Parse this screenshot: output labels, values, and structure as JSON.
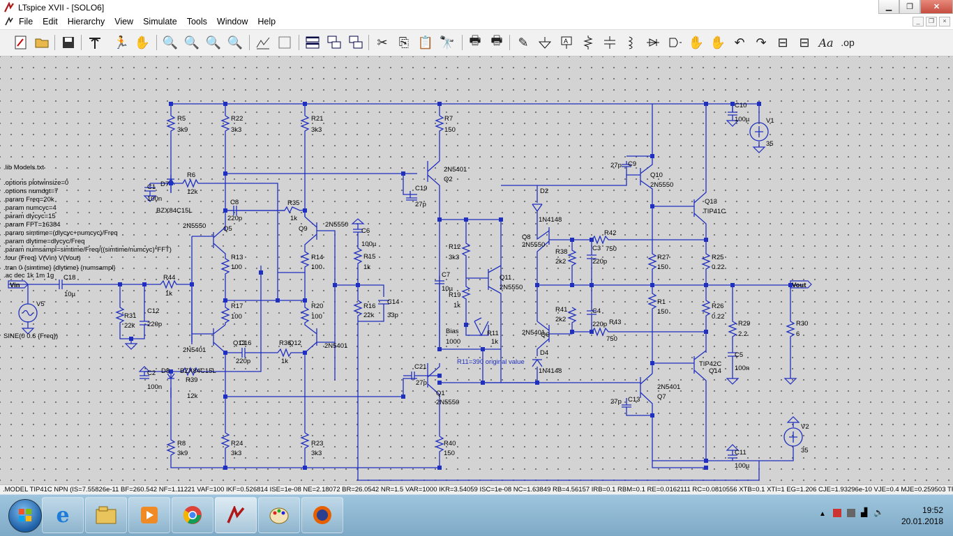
{
  "window": {
    "title": "LTspice XVII - [SOLO6]"
  },
  "menu": [
    "File",
    "Edit",
    "Hierarchy",
    "View",
    "Simulate",
    "Tools",
    "Window",
    "Help"
  ],
  "directives": [
    ".lib Models.txt",
    ".options plotwinsize=0",
    ".options numdgt=7",
    ".param Freq=20k",
    ".param numcyc=4",
    ".param dlycyc=15",
    ".param FFT=16384",
    ".param simtime=(dlycyc+numcyc)/Freq",
    ".param dlytime=dlycyc/Freq",
    ".param numsampl=simtime/Freq/((simtime/numcyc)*FFT)",
    ".four {Freq} V(Vin) V(Vout)",
    ".tran 0 {simtime} {dlytime} {numsampl}",
    ".ac dec 1k 1m 1g"
  ],
  "labels": {
    "vin": "Vin",
    "vout": "Vout",
    "v5": "V5",
    "v5_spec": "SINE(0 0.6 {Freq})",
    "v1": "V1",
    "v1_val": "35",
    "v2": "V2",
    "v2_val": "35",
    "note": "R11=390 original value",
    "r5": "R5",
    "r5v": "3k9",
    "r22": "R22",
    "r22v": "3k3",
    "r21": "R21",
    "r21v": "3k3",
    "r7": "R7",
    "r7v": "150",
    "r6": "R6",
    "r6v": "12k",
    "c1": "C1",
    "c1v": "100n",
    "d7": "D7",
    "d7v": "BZX84C15L",
    "c8": "C8",
    "c8v": "220p",
    "r35": "R35",
    "r35v": "1k",
    "q5": "Q5",
    "q5m": "2N5550",
    "q9": "Q9",
    "q9m": "2N5550",
    "r13": "R13",
    "r13v": "100",
    "r14": "R14",
    "r14v": "100",
    "c6": "C6",
    "c6v": "100µ",
    "r15": "R15",
    "r15v": "1k",
    "c18": "C18",
    "c18v": "10µ",
    "r44": "R44",
    "r44v": "1k",
    "r31": "R31",
    "r31v": "22k",
    "c12": "C12",
    "c12v": "220p",
    "r17": "R17",
    "r17v": "100",
    "r20": "R20",
    "r20v": "100",
    "r16": "R16",
    "r16v": "22k",
    "c14": "C14",
    "c14v": "33p",
    "q13n": "Q13",
    "q12n": "Q12",
    "q13m": "2N5401",
    "q12m": "2N5401",
    "c16": "C16",
    "c16v": "220p",
    "r36": "R36",
    "r36v": "1k",
    "c2": "C2",
    "c2v": "100n",
    "d8": "D8",
    "d8v": "BZX84C15L",
    "r39": "R39",
    "r39v": "12k",
    "r8": "R8",
    "r8v": "3k9",
    "r24": "R24",
    "r24v": "3k3",
    "r23": "R23",
    "r23v": "3k3",
    "q2": "Q2",
    "q2m": "2N5401",
    "c19": "C19",
    "c19v": "27p",
    "r12": "R12",
    "r12v": "3k3",
    "c7": "C7",
    "c7v": "10µ",
    "r19": "R19",
    "r19v": "1k",
    "q11": "Q11",
    "q11m": "2N5550",
    "bias": "Bias",
    "biasv": "1000",
    "r11": "R11",
    "r11v": "1k",
    "c21": "C21",
    "c21v": "27p",
    "q1": "Q1",
    "q1m": "2N5550",
    "r40": "R40",
    "r40v": "150",
    "d2": "D2",
    "d2v": "1N4148",
    "q8": "Q8",
    "q8m": "2N5550",
    "r38": "R38",
    "r38v": "2k2",
    "c3": "C3",
    "c3v": "220p",
    "r42": "R42",
    "r42v": "750",
    "r41": "R41",
    "r41v": "2k2",
    "c4": "C4",
    "c4v": "220p",
    "r43": "R43",
    "r43v": "750",
    "q6": "Q6",
    "q6m": "2N5401",
    "d4": "D4",
    "d4v": "1N4148",
    "c9": "C9",
    "c9v": "27p",
    "q10": "Q10",
    "q10m": "2N5550",
    "q13": "Q13",
    "q13t": "TIP41C",
    "r27": "R27",
    "r27v": "150",
    "r25": "R25",
    "r25v": "0.22",
    "r1": "R1",
    "r1v": "150",
    "r26": "R26",
    "r26v": "0.22",
    "q14": "Q14",
    "q14t": "TIP42C",
    "c13": "C13",
    "c13v": "27p",
    "q7": "Q7",
    "q7m": "2N5401",
    "r29": "R29",
    "r29v": "2.2",
    "c5": "C5",
    "c5v": "100n",
    "r30": "R30",
    "r30v": "6",
    "c10": "C10",
    "c10v": "100µ",
    "c11": "C11",
    "c11v": "100µ"
  },
  "status": ".MODEL TIP41C NPN (IS=7.55826e-11 BF=260.542 NF=1.11221 VAF=100 IKF=0.526814 ISE=1e-08 NE=2.18072 BR=26.0542 NR=1.5 VAR=1000 IKR=3.54059 ISC=1e-08 NC=1.63849 RB=4.56157 IRB=0.1 RBM=0.1 RE=0.0162111 RC=0.0810556 XTB=0.1 XTI=1 EG=1.206 CJE=1.93296e-10 VJE=0.4 MJE=0.259503 TF=1e-0",
  "clock": {
    "time": "19:52",
    "date": "20.01.2018"
  }
}
